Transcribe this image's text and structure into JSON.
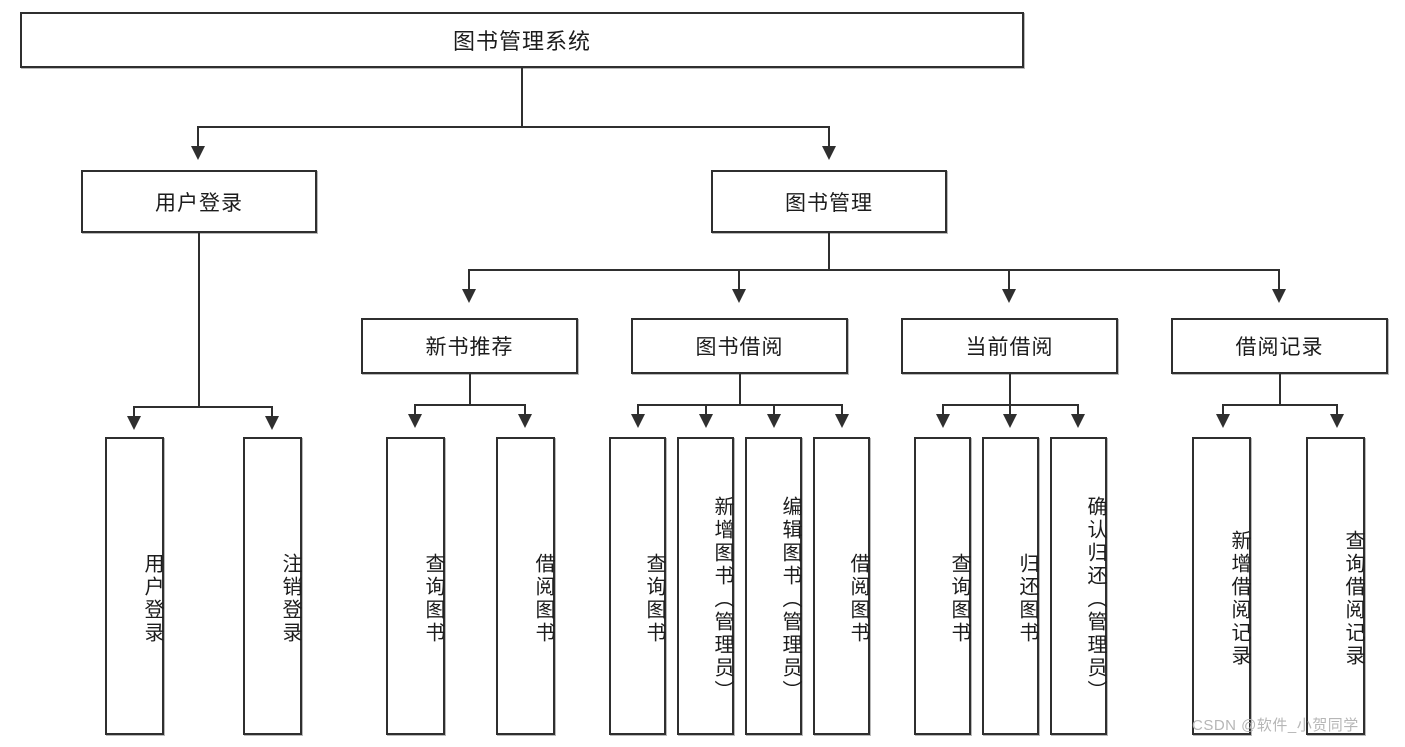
{
  "diagram": {
    "title": "图书管理系统",
    "type": "hierarchy-tree",
    "root": {
      "label": "图书管理系统"
    },
    "level2": [
      {
        "label": "用户登录"
      },
      {
        "label": "图书管理"
      }
    ],
    "level3": [
      {
        "label": "新书推荐"
      },
      {
        "label": "图书借阅"
      },
      {
        "label": "当前借阅"
      },
      {
        "label": "借阅记录"
      }
    ],
    "leaves": {
      "user_login": [
        {
          "label": "用户登录"
        },
        {
          "label": "注销登录"
        }
      ],
      "new_book_recommend": [
        {
          "label": "查询图书"
        },
        {
          "label": "借阅图书"
        }
      ],
      "book_borrow": [
        {
          "label": "查询图书"
        },
        {
          "label": "新增图书（管理员）"
        },
        {
          "label": "编辑图书（管理员）"
        },
        {
          "label": "借阅图书"
        }
      ],
      "current_borrow": [
        {
          "label": "查询图书"
        },
        {
          "label": "归还图书"
        },
        {
          "label": "确认归还（管理员）"
        }
      ],
      "borrow_record": [
        {
          "label": "新增借阅记录"
        },
        {
          "label": "查询借阅记录"
        }
      ]
    }
  },
  "watermark": {
    "text": "CSDN @软件_小贺同学"
  },
  "colors": {
    "stroke": "#2f2f2f",
    "background": "#ffffff",
    "text": "#1c1c1c",
    "watermark": "#b6b6b6"
  }
}
